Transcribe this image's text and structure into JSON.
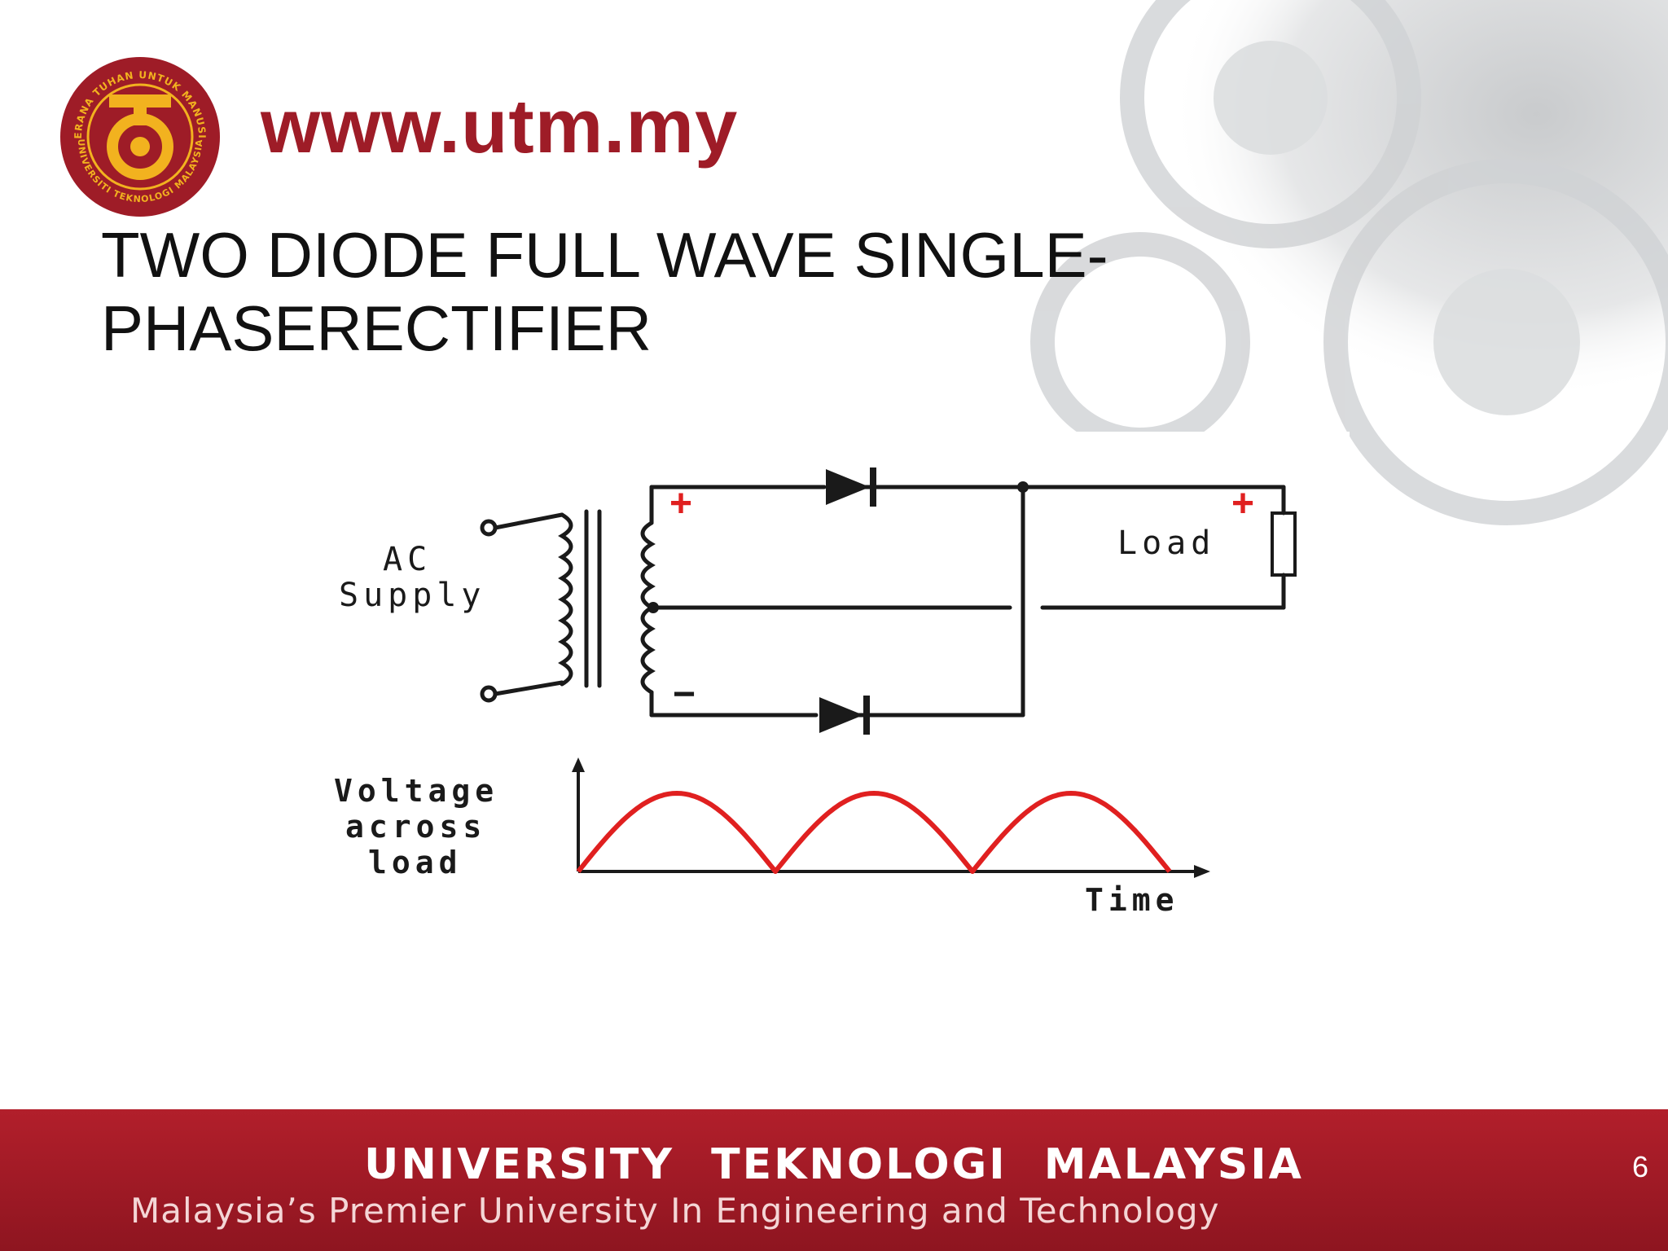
{
  "header": {
    "logo_ring_top": "KERANA TUHAN UNTUK MANUSIA",
    "logo_ring_bottom": "UNIVERSITI TEKNOLOGI MALAYSIA",
    "site_url": "www.utm.my"
  },
  "slide": {
    "title_line1": "TWO DIODE FULL WAVE SINGLE-",
    "title_line2": "PHASERECTIFIER",
    "number": "6"
  },
  "diagram": {
    "ac_supply_line1": "AC",
    "ac_supply_line2": "Supply",
    "load_label": "Load",
    "plus_top": "+",
    "plus_load": "+",
    "minus_bottom": "−",
    "voltage_line1": "Voltage",
    "voltage_line2": "across",
    "voltage_line3": "load",
    "time_label": "Time"
  },
  "footer": {
    "university_name": "UNIVERSITY TEKNOLOGI MALAYSIA",
    "tagline": "Malaysia’s Premier University In Engineering and Technology"
  },
  "colors": {
    "brand_red": "#9e1c27",
    "footer_red": "#a51c27",
    "waveform_red": "#e02020",
    "logo_gold": "#f2b21f"
  }
}
